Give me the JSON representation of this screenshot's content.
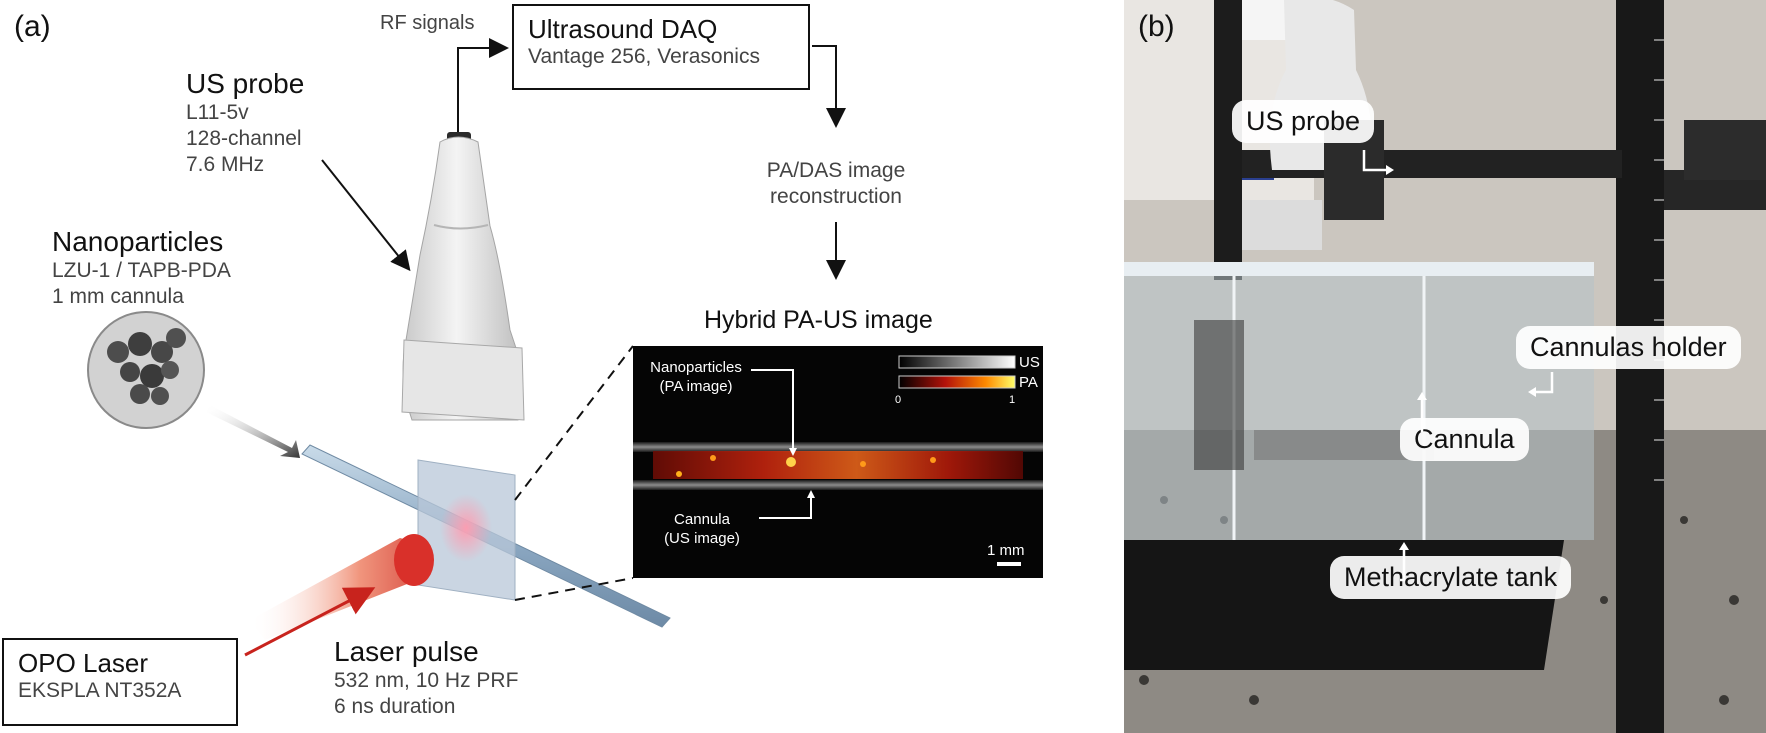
{
  "panel_a": {
    "label": "(a)",
    "rf_signals": "RF signals",
    "daq": {
      "title": "Ultrasound DAQ",
      "subtitle": "Vantage 256, Verasonics"
    },
    "us_probe": {
      "title": "US probe",
      "lines": [
        "L11-5v",
        "128-channel",
        "7.6 MHz"
      ]
    },
    "nanoparticles": {
      "title": "Nanoparticles",
      "lines": [
        "LZU-1 / TAPB-PDA",
        "1 mm cannula"
      ]
    },
    "reconstruction": {
      "lines": [
        "PA/DAS image",
        "reconstruction"
      ]
    },
    "hybrid_title": "Hybrid PA-US image",
    "hybrid_image": {
      "np_label": [
        "Nanoparticles",
        "(PA image)"
      ],
      "cannula_label": [
        "Cannula",
        "(US image)"
      ],
      "legend_us": "US",
      "legend_pa": "PA",
      "scale_min": "0",
      "scale_max": "1",
      "scalebar": "1 mm"
    },
    "laser": {
      "title": "OPO Laser",
      "subtitle": "EKSPLA NT352A"
    },
    "laser_pulse": {
      "title": "Laser pulse",
      "lines": [
        "532 nm, 10 Hz PRF",
        "6 ns duration"
      ]
    }
  },
  "panel_b": {
    "label": "(b)",
    "callouts": {
      "us_probe": "US probe",
      "cannulas_holder": "Cannulas holder",
      "cannula": "Cannula",
      "tank": "Methacrylate tank"
    }
  },
  "colors": {
    "laser": "#d9302a",
    "tube": "#9bb7cf",
    "hot": "#ff9a1a"
  }
}
